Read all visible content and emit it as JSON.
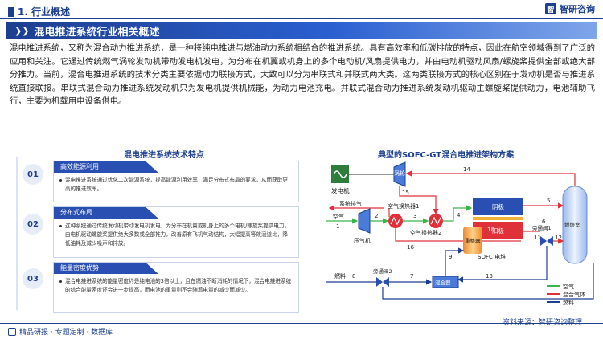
{
  "header": {
    "section": "1. 行业概述",
    "logo_text": "智研咨询",
    "logo_mark": "智"
  },
  "title_bar": {
    "chevrons": "❯❯",
    "title": "混电推进系统行业相关概述"
  },
  "intro": "混电推进系统，又称为混合动力推进系统，是一种将纯电推进与燃油动力系统相结合的推进系统。具有高效率和低碳排放的特点，因此在航空领域得到了广泛的应用和关注。它通过传统燃气涡轮发动机带动发电机发电，为分布在机翼或机身上的多个电动机/风扇提供电力，并由电动机驱动风扇/螺旋桨提供全部或绝大部分推力。当前，混合电推进系统的技术分类主要依据动力联接方式，大致可以分为串联式和并联式两大类。这两类联接方式的核心区别在于发动机是否与推进系统直接联接。串联式混合动力推进系统发动机只为发电机提供机械能，为动力电池充电。并联式混合动力推进系统发动机驱动主螺旋桨提供动力，电池辅助飞行，主要为机载用电设备供电。",
  "features": {
    "title": "混电推进系统技术特点",
    "numbers": [
      "01",
      "02",
      "03"
    ],
    "cards": [
      {
        "heading": "高效能源利用",
        "body": "混电推进系统通过优化二次能源系统，提高能源利用效率，满足分布式布局的要求，从而获取更高的推进效率。"
      },
      {
        "heading": "分布式布局",
        "body": "这种系统通过传统发动机带动发电机发电，为分布在机翼或机身上的多个电机/螺旋桨提供电力，由电机驱动螺旋桨提供绝大多数或全部推力，改善原有飞机气动结构，大幅提高等效涵道比，降低油耗及减少噪声和排放。"
      },
      {
        "heading": "能量密度优势",
        "body": "混合电推进系统的能量密度约是纯电池的3倍以上，且在燃油不断消耗的情况下，混合电推进系统的综合能量密度还会进一步提高，而电池的重量则不会随着电量的减少而减少。"
      }
    ]
  },
  "diagram": {
    "title": "典型的SOFC-GT混合电推进架构方案",
    "labels": {
      "generator": "发电机",
      "turbine": "涡轮",
      "exhaust": "系统排气",
      "air_in": "空气",
      "compressor": "压气机",
      "hx1": "空气换热器1",
      "hx2": "空气换热器2",
      "cathode": "阴极",
      "anode": "阳极",
      "reformer": "重整器",
      "sofc": "SOFC 电堆",
      "combustor": "燃烧室",
      "valve1": "旁通阀1",
      "valve2": "旁通阀2",
      "mixer": "混合器",
      "fuel": "燃料"
    },
    "stream_numbers": [
      "1",
      "2",
      "3",
      "4",
      "5",
      "6",
      "7",
      "8",
      "9",
      "10",
      "11",
      "12",
      "13",
      "14",
      "15",
      "16"
    ],
    "legend": [
      {
        "label": "空气",
        "color": "#3ab54a"
      },
      {
        "label": "混合气体",
        "color": "#e0303a"
      },
      {
        "label": "燃料",
        "color": "#1d3f8f"
      }
    ]
  },
  "footer": {
    "left": "精品研报 · 专题定制 · 数据库",
    "right": "资料来源：智研咨询整理"
  }
}
